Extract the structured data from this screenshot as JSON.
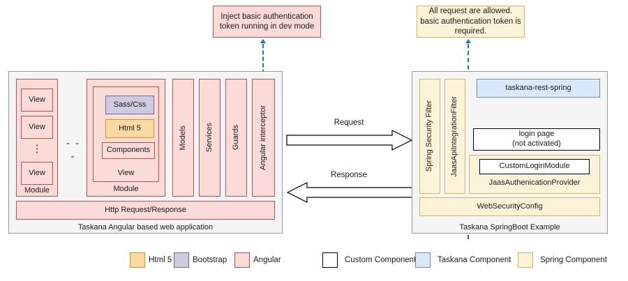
{
  "callouts": {
    "left": {
      "text": "Inject basic authentication token running in dev mode",
      "fill": "#fadbd8",
      "stroke": "#b85450"
    },
    "right": {
      "text": "All request are allowed. basic authentication token is required.",
      "fill": "#fdf3d9",
      "stroke": "#d6b656"
    }
  },
  "left_panel": {
    "caption": "Taskana Angular based web application",
    "module_a": {
      "label": "Module",
      "views": [
        "View",
        "View",
        "View"
      ],
      "ellipsis": "⋮"
    },
    "between_modules": "- - -",
    "module_b": {
      "label": "Module",
      "view_label": "View",
      "items": [
        {
          "label": "Sass/Css",
          "style": "bootstrap"
        },
        {
          "label": "Html 5",
          "style": "html5"
        },
        {
          "label": "Components",
          "style": "angular"
        }
      ]
    },
    "columns": [
      "Models",
      "Services",
      "Guards",
      "Angular interceptor"
    ],
    "http_bar": "Http Request/Response"
  },
  "middle": {
    "request_label": "Request",
    "response_label": "Response"
  },
  "right_panel": {
    "caption": "Taskana SpringBoot Example",
    "filters": [
      "Spring Security Filter",
      "JaasApiIntegrationFilter"
    ],
    "rest_box": "taskana-rest-spring",
    "login_box": "login page\n(not activated)",
    "login_box_line1": "login page",
    "login_box_line2": "(not activated)",
    "auth_provider": {
      "label": "JaasAuthenicationProvider",
      "inner": "CustomLoginModule"
    },
    "web_security_config": "WebSecurityConfig"
  },
  "legend": {
    "left_group": [
      {
        "label": "Html 5",
        "style": "html5"
      },
      {
        "label": "Bootstrap",
        "style": "bootstrap"
      },
      {
        "label": "Angular",
        "style": "angular"
      }
    ],
    "right_group": [
      {
        "label": "Custom Component",
        "style": "custom"
      },
      {
        "label": "Taskana Component",
        "style": "taskana"
      },
      {
        "label": "Spring Component",
        "style": "spring"
      }
    ]
  },
  "colors": {
    "angular_fill": "#fadbd8",
    "angular_stroke": "#b85450",
    "html5_fill": "#fbd9a5",
    "html5_stroke": "#d79b00",
    "bootstrap_fill": "#ccccde",
    "bootstrap_stroke": "#6c6c95",
    "spring_fill": "#fdf3d9",
    "spring_stroke": "#d6b656",
    "taskana_fill": "#dae8fc",
    "taskana_stroke": "#6c8ebf",
    "panel_fill": "#f5f5f5",
    "panel_stroke": "#999999",
    "connector": "#117f92"
  }
}
